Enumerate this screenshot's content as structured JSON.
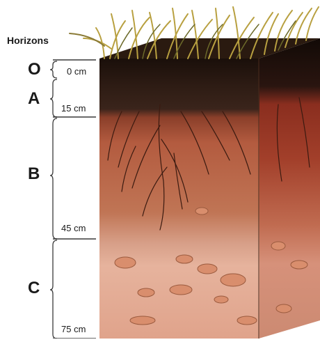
{
  "title": "Horizons",
  "horizons": [
    {
      "name": "O",
      "from_cm": 0,
      "to_cm": 0
    },
    {
      "name": "A",
      "from_cm": 0,
      "to_cm": 15
    },
    {
      "name": "B",
      "from_cm": 15,
      "to_cm": 45
    },
    {
      "name": "C",
      "from_cm": 45,
      "to_cm": 75
    }
  ],
  "depth_labels": [
    "0 cm",
    "15 cm",
    "45 cm",
    "75 cm"
  ],
  "colors": {
    "organic": "#1e120d",
    "topsoil": "#3a241b",
    "subsoil": "#b35b3f",
    "parent": "#e2a88f",
    "grass": "#b8a040",
    "root": "#3a1a10"
  }
}
